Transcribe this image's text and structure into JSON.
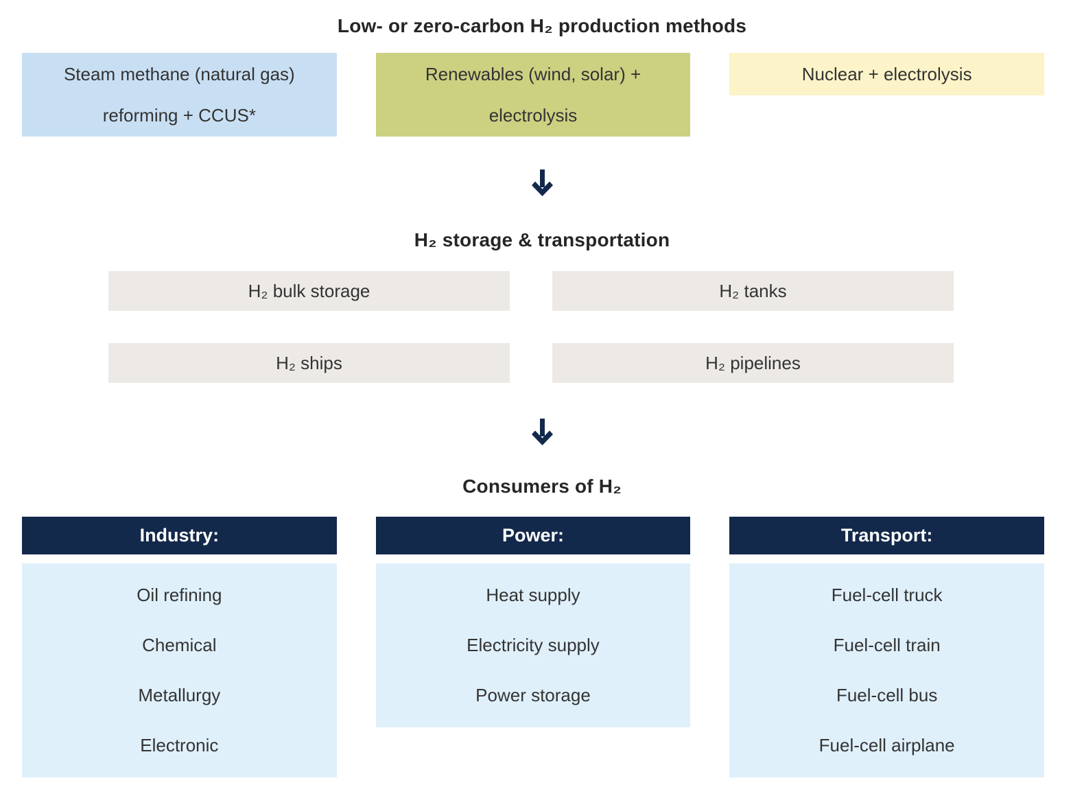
{
  "colors": {
    "navy": "#13294b",
    "production_smr_blue": "#c8dff3",
    "production_renewables_green": "#cbd181",
    "production_nuclear_yellow": "#fcf4c8",
    "storage_gray": "#edeae6",
    "consumer_body_blue": "#dff0fb",
    "text_dark": "#333333",
    "heading_dark": "#262626"
  },
  "production": {
    "title": "Low- or zero-carbon H₂ production methods",
    "methods": [
      {
        "label": "Steam methane (natural gas) reforming + CCUS*",
        "color": "#c8dff3"
      },
      {
        "label": "Renewables (wind, solar) + electrolysis",
        "color": "#cbd181"
      },
      {
        "label": "Nuclear + electrolysis",
        "color": "#fcf4c8"
      }
    ]
  },
  "storage": {
    "title": "H₂ storage & transportation",
    "items": [
      "H₂ bulk storage",
      "H₂ tanks",
      "H₂ ships",
      "H₂ pipelines"
    ]
  },
  "consumers": {
    "title": "Consumers of H₂",
    "groups": [
      {
        "header": "Industry:",
        "items": [
          "Oil refining",
          "Chemical",
          "Metallurgy",
          "Electronic"
        ]
      },
      {
        "header": "Power:",
        "items": [
          "Heat supply",
          "Electricity supply",
          "Power storage"
        ]
      },
      {
        "header": "Transport:",
        "items": [
          "Fuel-cell truck",
          "Fuel-cell train",
          "Fuel-cell bus",
          "Fuel-cell airplane"
        ]
      }
    ]
  }
}
